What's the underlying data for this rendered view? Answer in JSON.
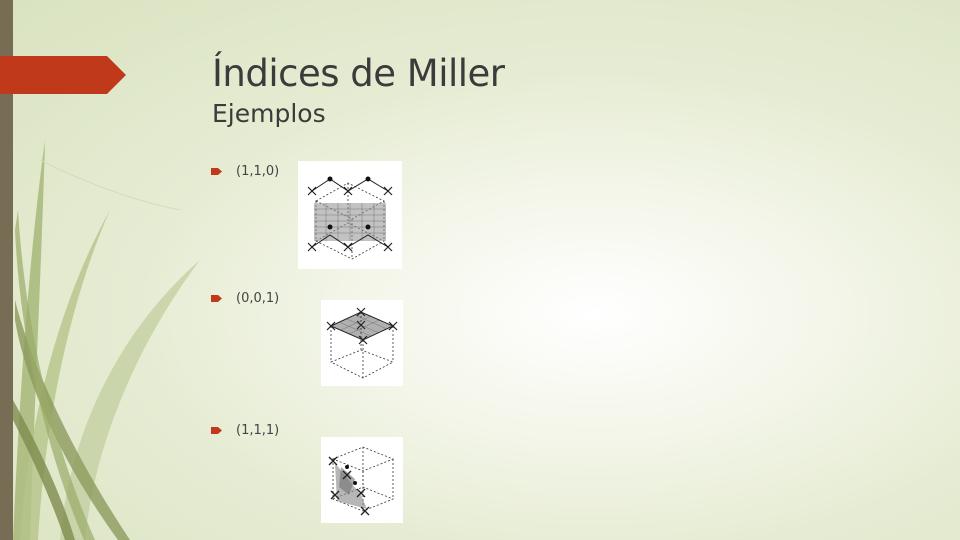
{
  "slide": {
    "title": "Índices de Miller",
    "subtitle": "Ejemplos",
    "accent_color": "#c0391b",
    "bar_color": "#776d55",
    "bullet_icon": "arrow-bullet-icon"
  },
  "examples": [
    {
      "label": "(1,1,0)",
      "plane": "110"
    },
    {
      "label": "(0,0,1)",
      "plane": "001"
    },
    {
      "label": "(1,1,1)",
      "plane": "111"
    }
  ]
}
